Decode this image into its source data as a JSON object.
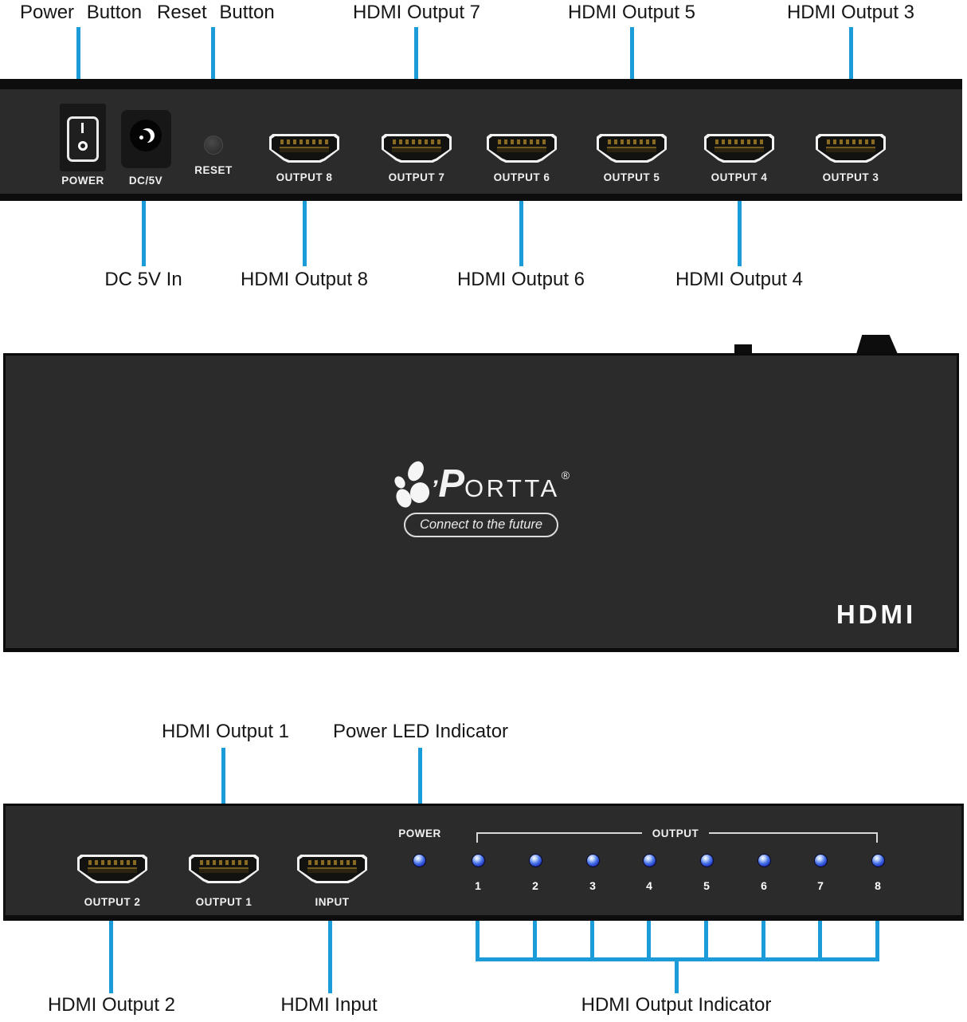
{
  "colors": {
    "leader": "#1b9cd8",
    "chassis": "#2b2b2b",
    "edge": "#0d0d0d",
    "text-dark": "#161616",
    "text-light": "#f0f0f0",
    "gold": "#8a6a20"
  },
  "back_view": {
    "labels_top": [
      "Power Button",
      "Reset Button",
      "HDMI Output 7",
      "HDMI Output 5",
      "HDMI Output 3"
    ],
    "labels_bottom": [
      "DC 5V In",
      "HDMI Output 8",
      "HDMI Output 6",
      "HDMI Output 4"
    ],
    "power_switch_label": "POWER",
    "power_switch_on_symbol": "I",
    "power_switch_off_symbol": "O",
    "dc_jack_label": "DC/5V",
    "reset_label": "RESET",
    "port_labels": [
      "OUTPUT 8",
      "OUTPUT 7",
      "OUTPUT 6",
      "OUTPUT 5",
      "OUTPUT 4",
      "OUTPUT 3"
    ]
  },
  "top_view": {
    "brand_apostrophe": "’",
    "brand_initial": "P",
    "brand_rest": "ORTTA",
    "registered_mark": "®",
    "tagline": "Connect to the future",
    "hdmi_logo": "HDMI"
  },
  "front_view": {
    "labels_top": [
      "HDMI Output 1",
      "Power LED Indicator"
    ],
    "labels_bottom": [
      "HDMI Output 2",
      "HDMI Input",
      "HDMI Output Indicator"
    ],
    "power_led_label": "POWER",
    "output_group_label": "OUTPUT",
    "port_labels": [
      "OUTPUT 2",
      "OUTPUT 1",
      "INPUT"
    ],
    "led_numbers": [
      "1",
      "2",
      "3",
      "4",
      "5",
      "6",
      "7",
      "8"
    ]
  }
}
